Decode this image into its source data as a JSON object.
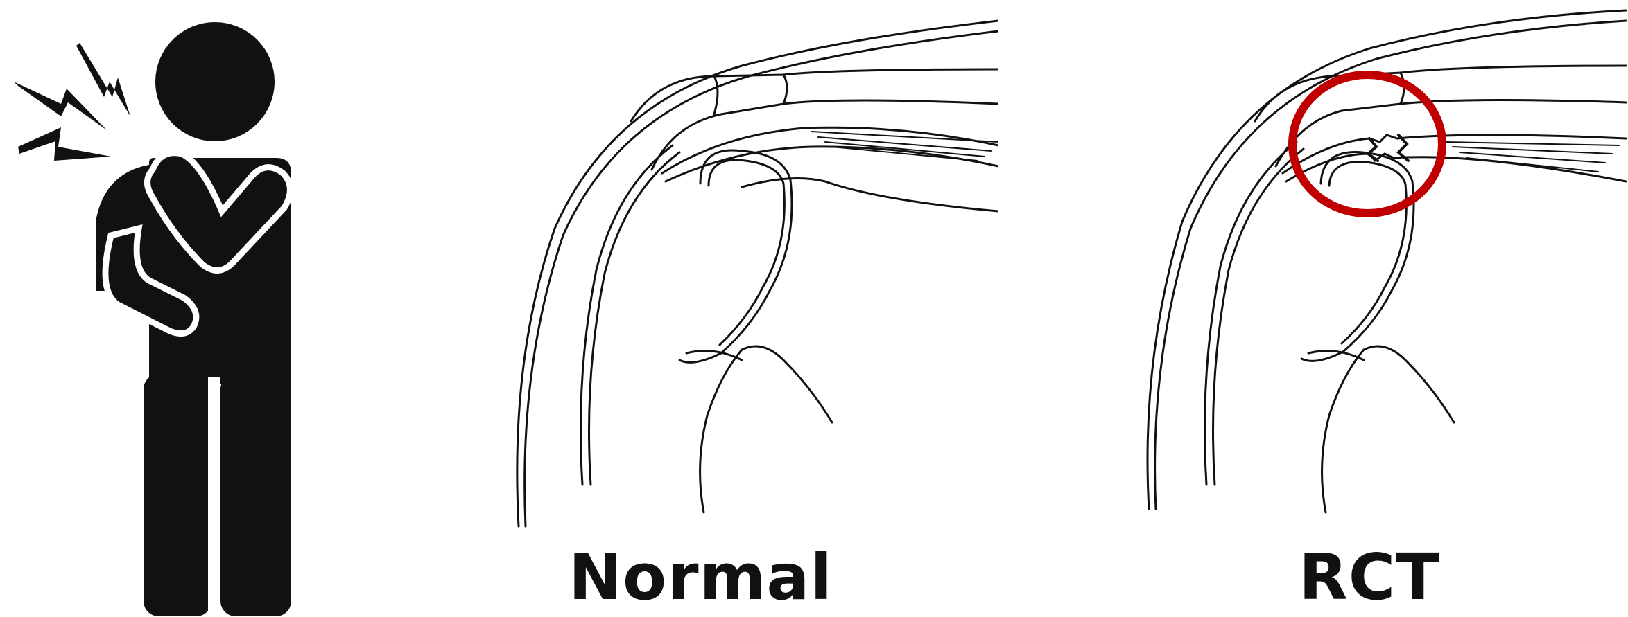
{
  "figure": {
    "person_icon": "person-shoulder-pain-icon",
    "pain_marks_icon": "lightning-bolt-icon",
    "panels": [
      {
        "label": "Normal",
        "icon": "normal-shoulder-joint-drawing"
      },
      {
        "label": "RCT",
        "icon": "torn-rotator-cuff-shoulder-drawing"
      }
    ],
    "highlight_color": "#c00000",
    "ink_color": "#111111"
  }
}
